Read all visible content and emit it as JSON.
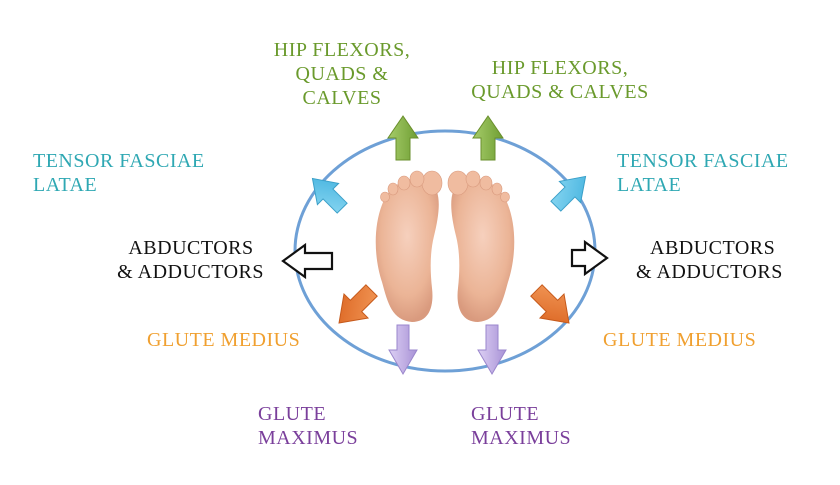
{
  "labels": {
    "hip_flexors_left": [
      "HIP FLEXORS,",
      "QUADS &",
      "CALVES"
    ],
    "hip_flexors_right": [
      "HIP FLEXORS,",
      "QUADS & CALVES"
    ],
    "tfl_left": [
      "TENSOR FASCIAE",
      "LATAE"
    ],
    "tfl_right": [
      "TENSOR FASCIAE",
      "LATAE"
    ],
    "abductors_left": [
      "ABDUCTORS",
      "& ADDUCTORS"
    ],
    "abductors_right": [
      "ABDUCTORS",
      "& ADDUCTORS"
    ],
    "glute_medius_left": "GLUTE MEDIUS",
    "glute_medius_right": "GLUTE MEDIUS",
    "glute_max_left": [
      "GLUTE",
      "MAXIMUS"
    ],
    "glute_max_right": [
      "GLUTE",
      "MAXIMUS"
    ]
  },
  "colors": {
    "green": "#8dba4a",
    "teal": "#5fc8e8",
    "orange": "#ee7a2e",
    "purple": "#c3b0e6",
    "ring": "#6ea0d6",
    "skin": "#f2c0a6"
  },
  "icons": {
    "feet": "pair-of-bare-feet-soles"
  }
}
